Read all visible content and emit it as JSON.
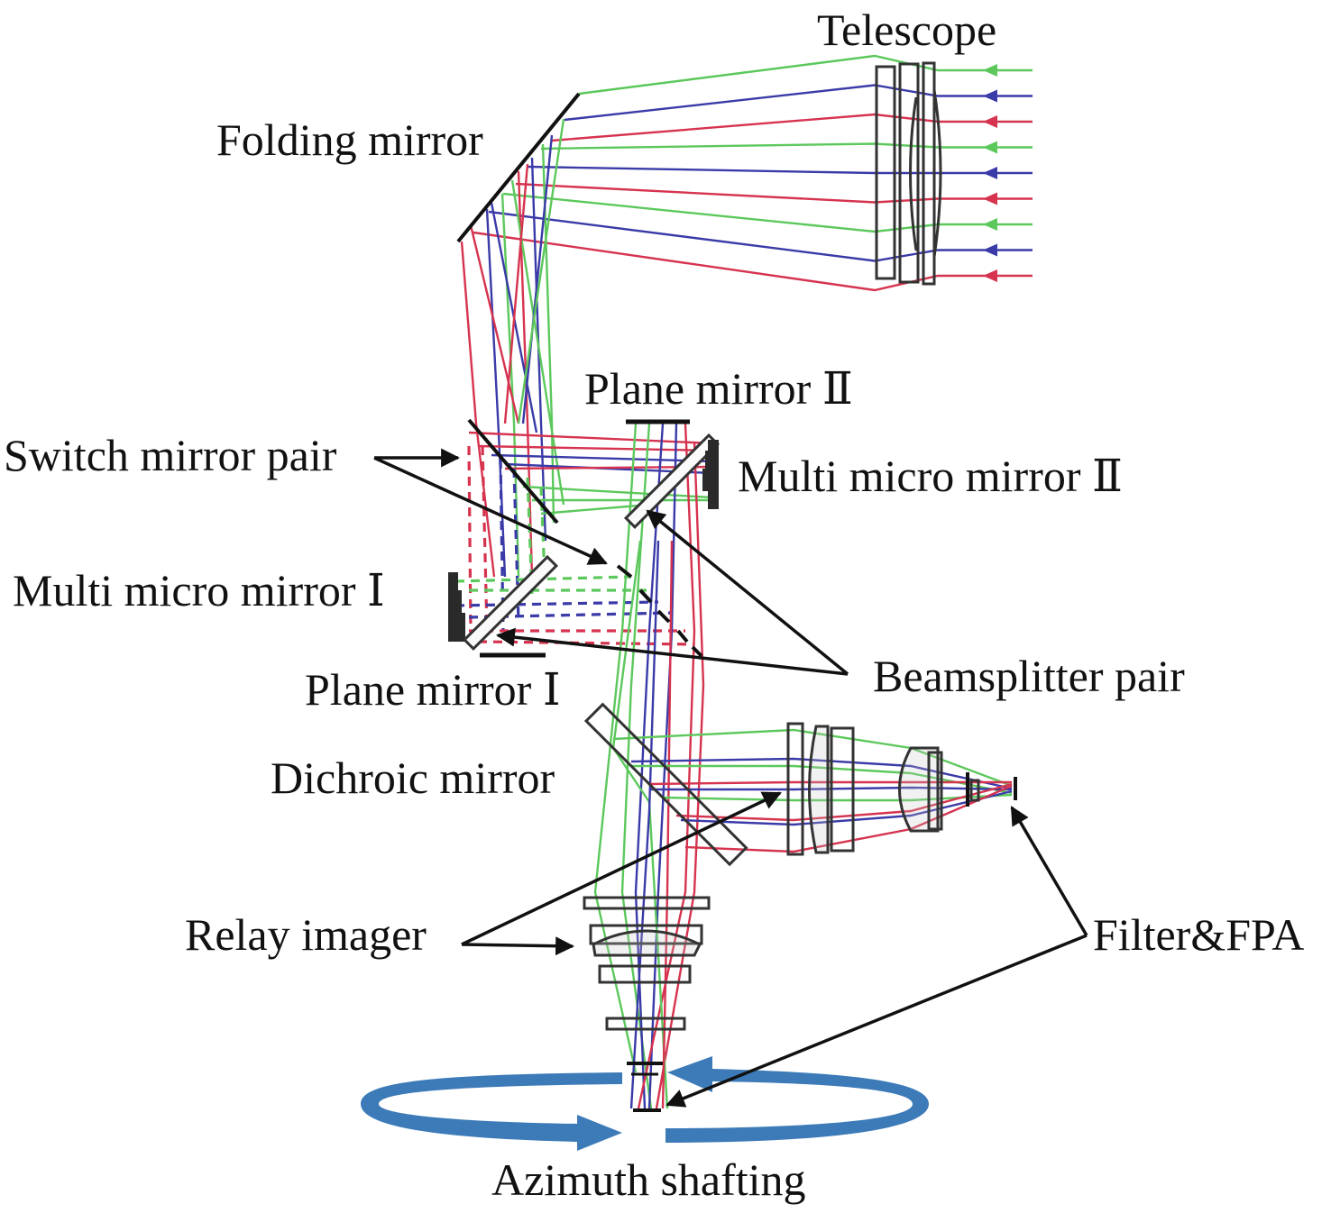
{
  "title": "Optical layout with azimuth shafting",
  "colors": {
    "green": "#5cc85c",
    "blue": "#3a3aa8",
    "red": "#d6334f",
    "element": "#333333",
    "micro_mirror": "#2a2a2a",
    "shaft_arrow": "#3d7bb8",
    "pointer": "#111111"
  },
  "labels": {
    "telescope": "Telescope",
    "folding_mirror": "Folding mirror",
    "plane_mirror_2": "Plane mirror Ⅱ",
    "switch_mirror_pair": "Switch mirror pair",
    "multi_micro_mirror_2": "Multi micro mirror Ⅱ",
    "multi_micro_mirror_1": "Multi micro mirror Ⅰ",
    "plane_mirror_1": "Plane mirror Ⅰ",
    "beamsplitter_pair": "Beamsplitter pair",
    "dichroic_mirror": "Dichroic mirror",
    "relay_imager": "Relay imager",
    "filter_fpa": "Filter&FPA",
    "azimuth_shafting": "Azimuth shafting"
  },
  "incoming_rays": [
    "green",
    "blue",
    "red",
    "green",
    "blue",
    "red",
    "green",
    "blue",
    "red"
  ]
}
